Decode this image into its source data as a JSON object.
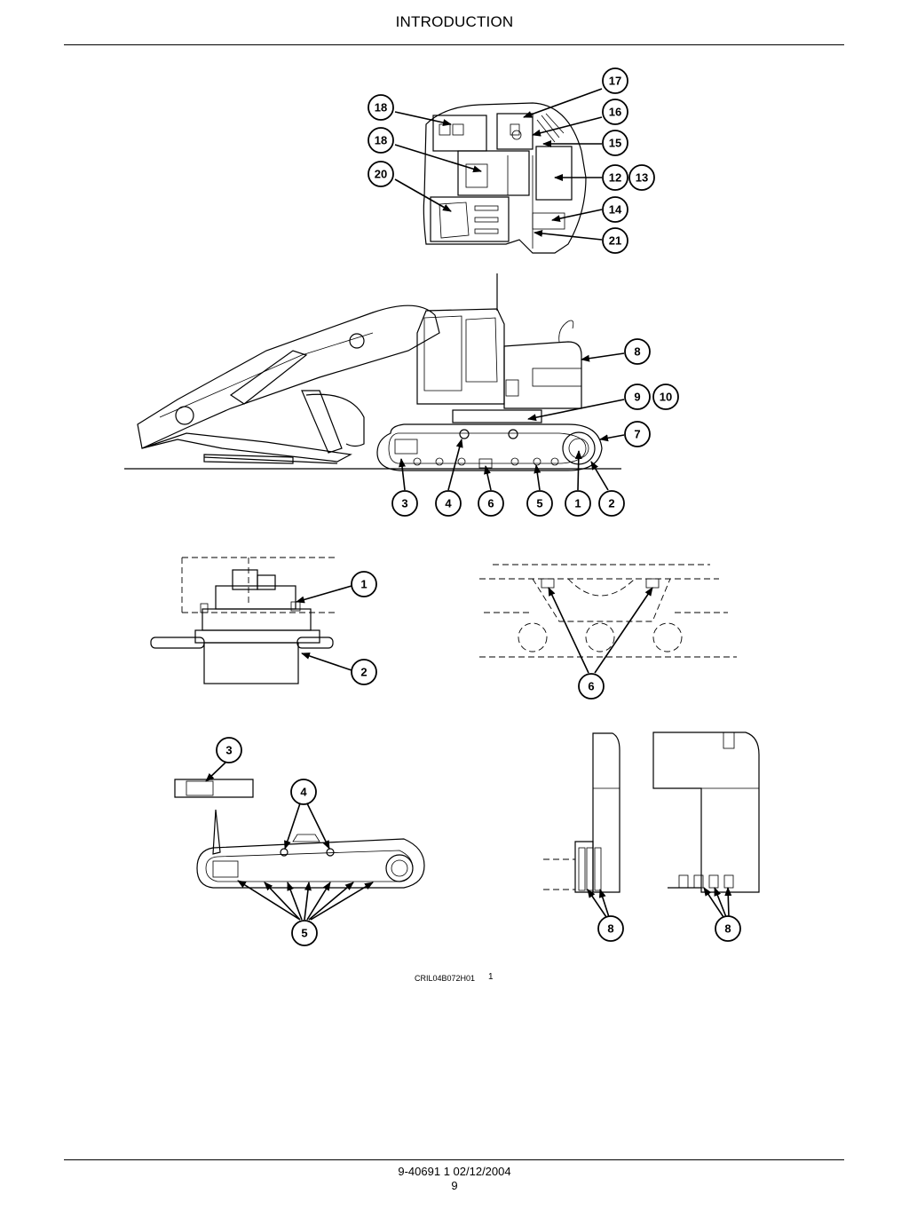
{
  "header": {
    "title": "INTRODUCTION"
  },
  "figure": {
    "reference": "CRIL04B072H01",
    "number": "1",
    "callouts": {
      "top_view": [
        "17",
        "18",
        "16",
        "18",
        "15",
        "20",
        "12",
        "13",
        "14",
        "21"
      ],
      "side_view": [
        "8",
        "9",
        "10",
        "7",
        "3",
        "4",
        "6",
        "5",
        "1",
        "2"
      ],
      "travel_motor": [
        "1",
        "2"
      ],
      "frame_detail": [
        "6"
      ],
      "track_detail": [
        "3",
        "4",
        "5"
      ],
      "counterweight_detail": [
        "8",
        "8"
      ]
    }
  },
  "footer": {
    "reference": "9-40691 1 02/12/2004",
    "page": "9"
  }
}
